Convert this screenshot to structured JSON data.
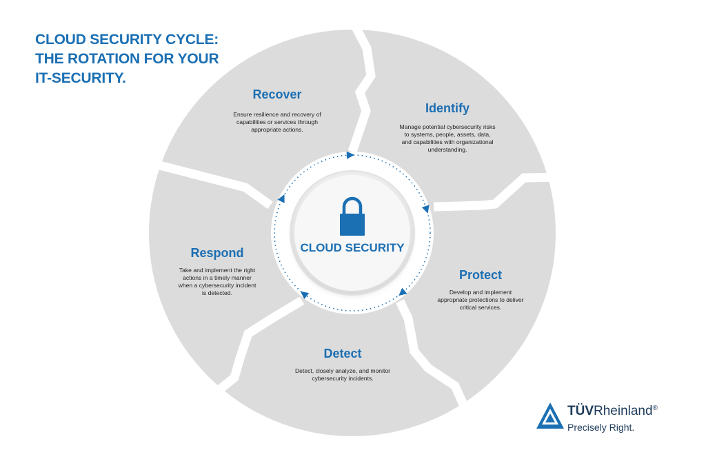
{
  "heading": {
    "lines": [
      "CLOUD SECURITY CYCLE:",
      "THE ROTATION FOR YOUR",
      "IT-SECURITY."
    ]
  },
  "center": {
    "label": "CLOUD SECURITY",
    "icon": "padlock-icon"
  },
  "segments": [
    {
      "key": "recover",
      "title": "Recover",
      "description": [
        "Ensure resilience and recovery of",
        "capabilities or services through",
        "appropriate actions."
      ]
    },
    {
      "key": "identify",
      "title": "Identify",
      "description": [
        "Manage potential cybersecurity risks",
        "to systems, people, assets, data,",
        "and capabilities with organizational",
        "understanding."
      ]
    },
    {
      "key": "protect",
      "title": "Protect",
      "description": [
        "Develop and implement",
        "appropriate protections to deliver",
        "critical services."
      ]
    },
    {
      "key": "detect",
      "title": "Detect",
      "description": [
        "Detect, closely analyze, and monitor",
        "cybersecurity incidents."
      ]
    },
    {
      "key": "respond",
      "title": "Respond",
      "description": [
        "Take and implement the right",
        "actions in a timely manner",
        "when a cybersecurity incident",
        "is detected."
      ]
    }
  ],
  "logo": {
    "brand_bold": "TÜV",
    "brand_rest": "Rheinland",
    "registered": "®",
    "tagline": "Precisely Right."
  },
  "colors": {
    "accent": "#1b6fb3",
    "segment_fill": "#dcdcdc",
    "text_dark": "#222222",
    "logo_text": "#1f3c5c"
  }
}
